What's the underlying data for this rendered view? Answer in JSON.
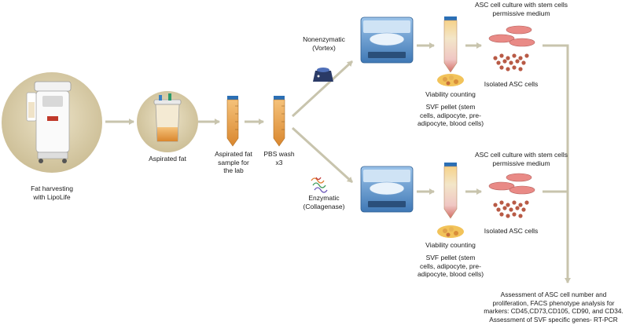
{
  "labels": {
    "fat_harvesting": "Fat harvesting\nwith LipoLife",
    "aspirated_fat": "Aspirated fat",
    "aspirated_fat_sample": "Aspirated fat\nsample for\nthe lab",
    "pbs_wash": "PBS wash\nx3",
    "nonenzymatic": "Nonenzymatic\n(Vortex)",
    "enzymatic": "Enzymatic\n(Collagenase)",
    "asc_culture_top": "ASC cell culture with stem cells\npermissive medium",
    "asc_culture_bottom": "ASC cell culture with stem cells\npermissive medium",
    "isolated_asc_top": "Isolated ASC cells",
    "isolated_asc_bottom": "Isolated ASC cells",
    "viability_top": "Viability counting",
    "viability_bottom": "Viability counting",
    "svf_top": "SVF pellet (stem\ncells, adipocyte, pre-\nadipocyte, blood cells)",
    "svf_bottom": "SVF pellet (stem\ncells, adipocyte, pre-\nadipocyte, blood cells)",
    "assessment": "Assessment of ASC cell number and\nproliferation, FACS phenotype analysis for\nmarkers: CD45,CD73,CD105, CD90, and CD34.\nAssessment of SVF specific genes- RT-PCR"
  },
  "colors": {
    "arrow": "#c8c4ad",
    "circle_bg": "#dcd0ae",
    "centrifuge_blue": "#5b8fc8",
    "tube_fat": "#e8a24a",
    "tube_cap": "#2b6fb5",
    "dish_pink": "#e98a86",
    "cells": "#b85a45"
  },
  "icons": [
    "liposuction-machine-icon",
    "fat-canister-icon",
    "conical-tube-icon",
    "vortex-mixer-icon",
    "collagenase-enzyme-icon",
    "centrifuge-icon",
    "gradient-tube-icon",
    "culture-dish-icon",
    "cell-cluster-icon",
    "svf-pellet-icon"
  ]
}
